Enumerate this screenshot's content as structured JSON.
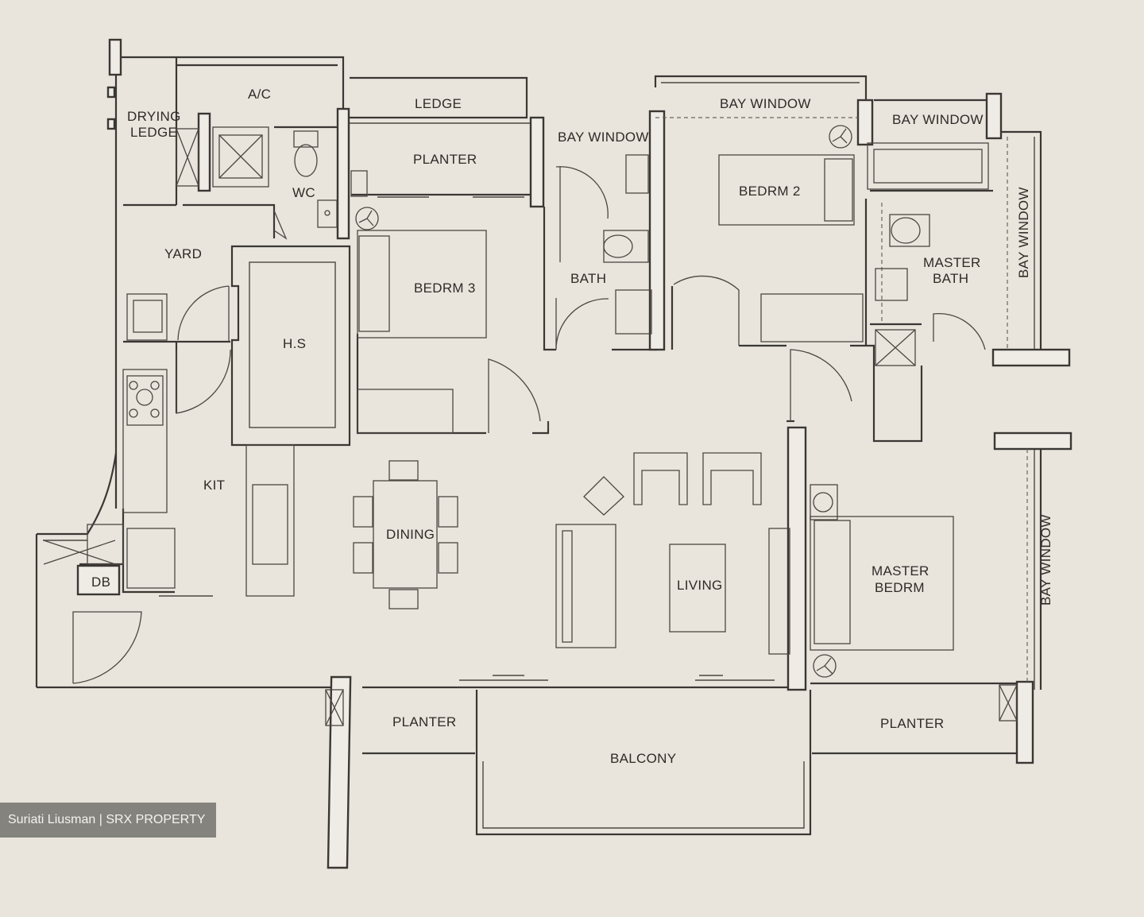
{
  "rooms": {
    "ac": "A/C",
    "drying_ledge_line1": "DRYING",
    "drying_ledge_line2": "LEDGE",
    "ledge": "LEDGE",
    "bay_window_top_center": "BAY WINDOW",
    "bay_window_bath": "BAY WINDOW",
    "bay_window_top_right": "BAY WINDOW",
    "bay_window_right_upper": "BAY WINDOW",
    "bay_window_right_lower": "BAY WINDOW",
    "planter_top": "PLANTER",
    "wc": "WC",
    "yard": "YARD",
    "bedroom3": "BEDRM 3",
    "bath": "BATH",
    "bedroom2": "BEDRM 2",
    "master_bath_line1": "MASTER",
    "master_bath_line2": "BATH",
    "hs": "H.S",
    "kitchen": "KIT",
    "dining": "DINING",
    "living": "LIVING",
    "master_bedroom_line1": "MASTER",
    "master_bedroom_line2": "BEDRM",
    "db": "DB",
    "planter_bottom_left": "PLANTER",
    "balcony": "BALCONY",
    "planter_bottom_right": "PLANTER"
  },
  "watermark": "Suriati Liusman | SRX PROPERTY",
  "colors": {
    "paper": "#e9e5dc",
    "ink": "#3a3734"
  }
}
